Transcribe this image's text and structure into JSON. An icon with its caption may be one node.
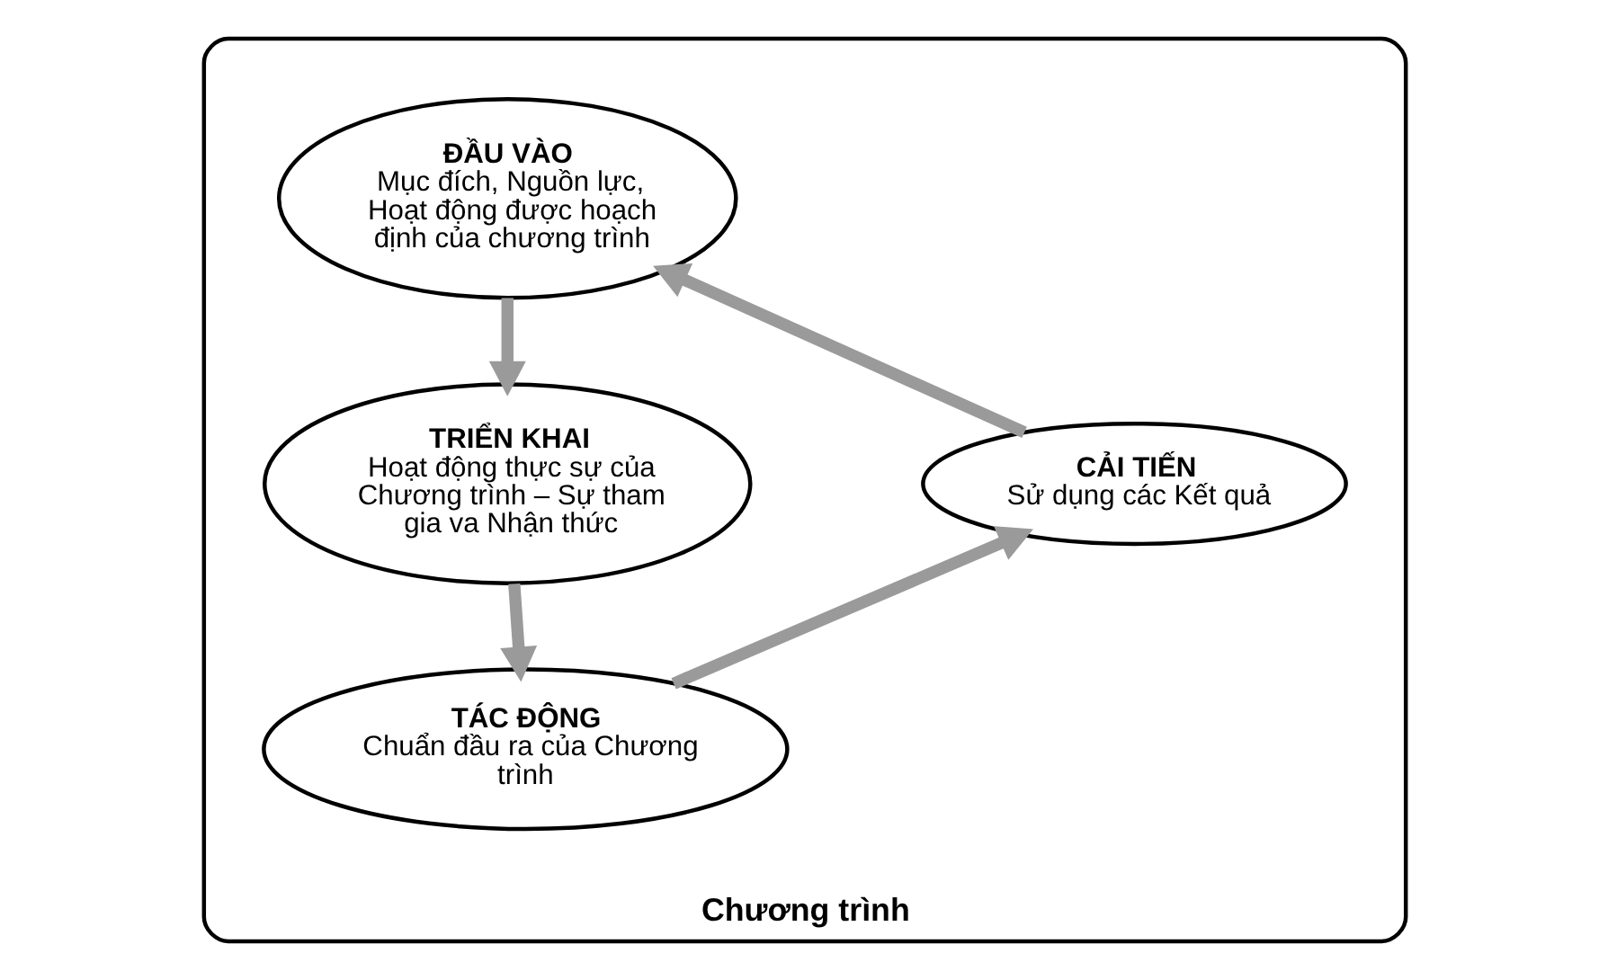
{
  "diagram": {
    "nodes": [
      {
        "text": [
          "Chương trình"
        ]
      },
      {
        "text": [
          "ĐẦU VÀO",
          "Mục đích, Nguồn lực, Hoạt động được hoạch định của chương trình"
        ],
        "in": 0
      },
      {
        "text": [
          "CẢI TIẾN",
          "Sử dụng các Kết quả"
        ],
        "in": 0
      },
      {
        "text": [
          "TRIỂN KHAI",
          "Hoạt động thực sự của Chương trình – Sự tham gia va Nhận thức"
        ],
        "in": 0
      },
      {
        "text": [
          "TÁC ĐỘNG",
          "Chuẩn đầu ra của Chương trình"
        ],
        "in": 0
      }
    ],
    "edges": [
      {
        "from": 1,
        "to": 3,
        "arrow": "to"
      },
      {
        "from": 3,
        "to": 4,
        "arrow": "to"
      },
      {
        "from": 4,
        "to": 2,
        "arrow": "to"
      },
      {
        "from": 2,
        "to": 1,
        "arrow": "to"
      }
    ]
  }
}
